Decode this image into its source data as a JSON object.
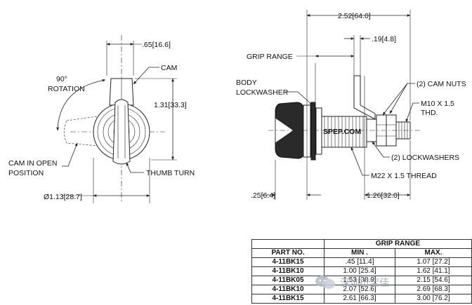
{
  "labels": {
    "cam": "CAM",
    "rotation": "90°\nROTATION",
    "cam_open": "CAM IN OPEN\nPOSITION",
    "thumb_turn": "THUMB TURN",
    "grip_range": "GRIP RANGE",
    "body_lockwasher": "BODY\nLOCKWASHER",
    "cam_nuts": "(2) CAM NUTS",
    "m10": "M10 X 1.5\nTHD.",
    "lockwashers": "(2) LOCKWASHERS",
    "m22": "M22 X 1.5 THREAD",
    "brand": "SPEP.COM"
  },
  "dims": {
    "d065": ".65[16.6]",
    "d131": "1.31[33.3]",
    "d113": "Ø1.13[28.7]",
    "d252": "2.52[64.0]",
    "d019": ".19[4.8]",
    "d025": ".25[6.4]",
    "d126": "1.26[32.0]"
  },
  "table": {
    "header_group": "GRIP RANGE",
    "col_part": "PART NO.",
    "col_min": "MIN .",
    "col_max": "MAX.",
    "rows": [
      {
        "part": "4-11BK15",
        "min": ".45 [11.4]",
        "max": "1.07 [27.2]"
      },
      {
        "part": "4-11BK10",
        "min": "1.00 [25.4]",
        "max": "1.62 [41.1]"
      },
      {
        "part": "4-11BK05",
        "min": "1.53 [38.9]",
        "max": "2.15 [54.6]"
      },
      {
        "part": "4-11BK10",
        "min": "2.07 [52.6]",
        "max": "2.69 [68.3]"
      },
      {
        "part": "4-11BK15",
        "min": "2.61 [66.3]",
        "max": "3.00 [76.2]"
      }
    ]
  },
  "watermark": {
    "text": "深圳市宝佳",
    "icon": "wechat-bubble-icon"
  }
}
